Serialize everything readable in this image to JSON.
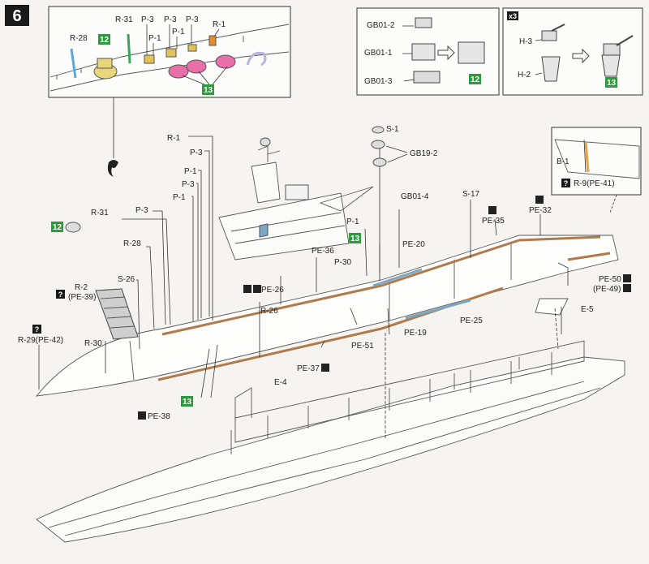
{
  "step": {
    "number": "6"
  },
  "badges": {
    "twelve": "12",
    "thirteen": "13",
    "q": "?",
    "x3": "x3"
  },
  "inset_top_left": {
    "labels": {
      "r28": "R-28",
      "r31": "R-31",
      "p3a": "P-3",
      "p3b": "P-3",
      "p3c": "P-3",
      "r1": "R-1",
      "p1a": "P-1",
      "p1b": "P-1"
    }
  },
  "inset_gb": {
    "labels": {
      "gb01_2": "GB01-2",
      "gb01_1": "GB01-1",
      "gb01_3": "GB01-3"
    }
  },
  "inset_h": {
    "labels": {
      "h3": "H-3",
      "h2": "H-2"
    }
  },
  "inset_b": {
    "labels": {
      "b1": "B-1",
      "r9": "R-9(PE-41)"
    }
  },
  "main_labels": {
    "r1": "R-1",
    "p3a": "P-3",
    "p1a": "P-1",
    "p3b": "P-3",
    "p1b": "P-1",
    "r31": "R-31",
    "p3c": "P-3",
    "r28": "R-28",
    "s26": "S-26",
    "r2": "R-2",
    "pe39": "(PE-39)",
    "r30": "R-30",
    "r29": "R-29(PE-42)",
    "pe38": "PE-38",
    "pe26": "PE-26",
    "r26": "R-26",
    "e4": "E-4",
    "pe36": "PE-36",
    "p30": "P-30",
    "p1c": "P-1",
    "pe37": "PE-37",
    "pe51": "PE-51",
    "pe20": "PE-20",
    "pe19": "PE-19",
    "pe25": "PE-25",
    "s1": "S-1",
    "gb19_2": "GB19-2",
    "gb01_4": "GB01-4",
    "s17": "S-17",
    "pe35": "PE-35",
    "pe32": "PE-32",
    "pe50": "PE-50",
    "pe49": "(PE-49)",
    "e5": "E-5"
  }
}
